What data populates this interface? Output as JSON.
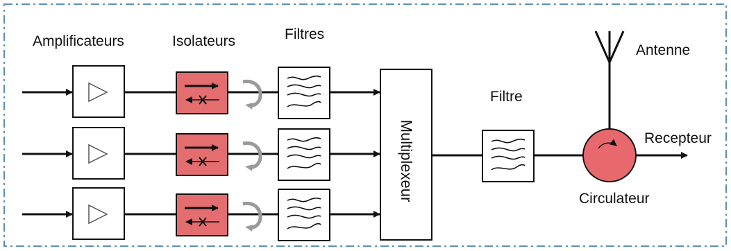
{
  "labels": {
    "amplificateurs": "Amplificateurs",
    "isolateurs": "Isolateurs",
    "filtres": "Filtres",
    "multiplexeur": "Multiplexeur",
    "filtre": "Filtre",
    "antenne": "Antenne",
    "recepteur": "Recepteur",
    "circulateur": "Circulateur"
  },
  "colors": {
    "isolator_fill": "#e36d6f",
    "circulator_fill": "#e8696d",
    "reflection_arrow": "#9a9a9a",
    "frame_dash": "#5b8fb8",
    "line": "#111111"
  }
}
